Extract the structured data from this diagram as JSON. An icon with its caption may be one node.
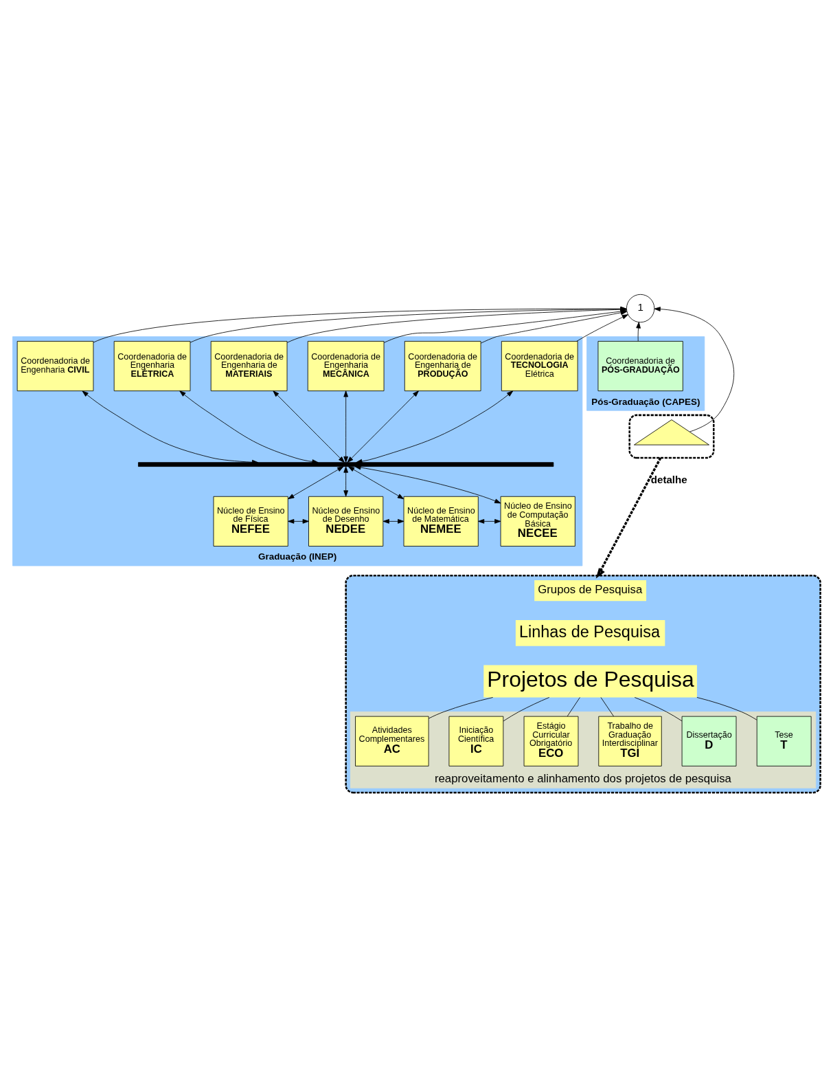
{
  "diagram": {
    "nodes": [
      {
        "text": [
          "Graduação (INEP)"
        ]
      },
      {
        "text": [
          "Pós-Graduação (CAPES)"
        ]
      },
      {
        "text": [
          "Coordenadoria de Engenharia **CIVIL**"
        ],
        "in": 0
      },
      {
        "text": [
          "Coordenadoria de Engenharia **ELÉTRICA**"
        ],
        "in": 0
      },
      {
        "text": [
          "Coordenadoria de Engenharia de **MATERIAIS**"
        ],
        "in": 0
      },
      {
        "text": [
          "Coordenadoria de Engenharia **MECÂNICA**"
        ],
        "in": 0
      },
      {
        "text": [
          "Coordenadoria de Engenharia de **PRODUÇÃO**"
        ],
        "in": 0
      },
      {
        "text": [
          "Coordenadoria de **TECNOLOGIA** Elétrica"
        ],
        "in": 0
      },
      {
        "text": [
          "Coordenadoria de **PÓS-GRADUAÇÃO**"
        ],
        "in": 1
      },
      {
        "text": [
          "1"
        ]
      },
      {
        "text": [],
        "shape": "bar",
        "in": 0
      },
      {
        "text": [
          "Núcleo de Ensino de Física",
          "NEFEE"
        ],
        "in": 0
      },
      {
        "text": [
          "Núcleo de Ensino de Desenho",
          "NEDEE"
        ],
        "in": 0
      },
      {
        "text": [
          "Núcleo de Ensino de Matemática",
          "NEMEE"
        ],
        "in": 0
      },
      {
        "text": [
          "Núcleo de Ensino de Computação Básica",
          "NECEE"
        ],
        "in": 0
      },
      {
        "text": [],
        "shape": "box"
      },
      {
        "text": [],
        "shape": "triangle",
        "in": 15
      },
      {
        "text": [],
        "shape": "box"
      },
      {
        "text": [
          "Grupos de Pesquisa"
        ],
        "in": 17
      },
      {
        "text": [
          "Linhas de Pesquisa"
        ],
        "in": 17
      },
      {
        "text": [
          "Projetos de Pesquisa"
        ],
        "in": 17
      },
      {
        "text": [
          "reaproveitamento e alinhamento dos projetos de pesquisa"
        ],
        "in": 17
      },
      {
        "text": [
          "Atividades Complementares",
          "AC"
        ],
        "in": 21
      },
      {
        "text": [
          "Iniciação Científica",
          "IC"
        ],
        "in": 21
      },
      {
        "text": [
          "Estágio Curricular Obrigatório",
          "ECO"
        ],
        "in": 21
      },
      {
        "text": [
          "Trabalho de Graduação Interdisciplinar",
          "TGI"
        ],
        "in": 21
      },
      {
        "text": [
          "Dissertação",
          "D"
        ],
        "in": 21
      },
      {
        "text": [
          "Tese",
          "T"
        ],
        "in": 21
      }
    ],
    "edges": [
      {
        "from": 2,
        "to": 9,
        "arrow": "to"
      },
      {
        "from": 3,
        "to": 9,
        "arrow": "to"
      },
      {
        "from": 4,
        "to": 9,
        "arrow": "to"
      },
      {
        "from": 5,
        "to": 9,
        "arrow": "to"
      },
      {
        "from": 6,
        "to": 9,
        "arrow": "to"
      },
      {
        "from": 7,
        "to": 9,
        "arrow": "to"
      },
      {
        "from": 16,
        "to": 9,
        "arrow": "to"
      },
      {
        "from": 8,
        "to": 9,
        "arrow": "to"
      },
      {
        "from": 2,
        "to": 10,
        "arrow": "both"
      },
      {
        "from": 3,
        "to": 10,
        "arrow": "both"
      },
      {
        "from": 4,
        "to": 10,
        "arrow": "both"
      },
      {
        "from": 5,
        "to": 10,
        "arrow": "both"
      },
      {
        "from": 6,
        "to": 10,
        "arrow": "both"
      },
      {
        "from": 7,
        "to": 10,
        "arrow": "both"
      },
      {
        "from": 10,
        "to": 11,
        "arrow": "both"
      },
      {
        "from": 10,
        "to": 12,
        "arrow": "both"
      },
      {
        "from": 10,
        "to": 13,
        "arrow": "both"
      },
      {
        "from": 10,
        "to": 14,
        "arrow": "both"
      },
      {
        "from": 11,
        "to": 12,
        "arrow": "both"
      },
      {
        "from": 12,
        "to": 13,
        "arrow": "both"
      },
      {
        "from": 13,
        "to": 14,
        "arrow": "both"
      },
      {
        "from": 15,
        "to": 17,
        "arrow": "to",
        "style": "dashed",
        "label": "detalhe"
      },
      {
        "from": 20,
        "to": 22,
        "arrow": "none"
      },
      {
        "from": 20,
        "to": 23,
        "arrow": "none"
      },
      {
        "from": 20,
        "to": 24,
        "arrow": "none"
      },
      {
        "from": 20,
        "to": 25,
        "arrow": "none"
      },
      {
        "from": 20,
        "to": 26,
        "arrow": "none"
      },
      {
        "from": 20,
        "to": 27,
        "arrow": "none"
      }
    ]
  }
}
